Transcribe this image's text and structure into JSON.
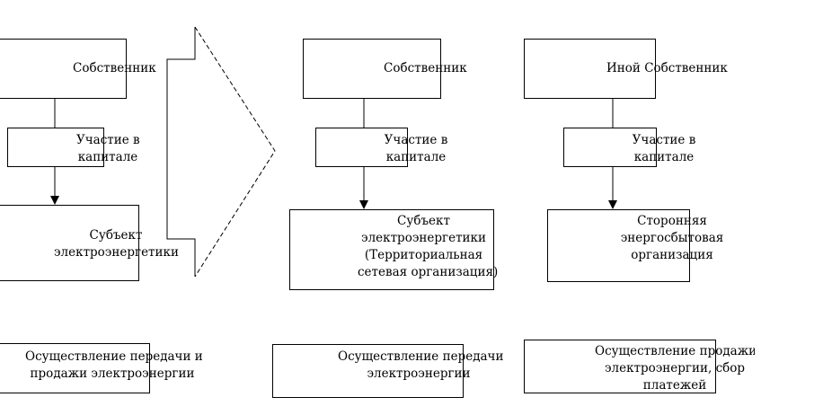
{
  "left": {
    "owner": "Собственник",
    "participation": [
      "Участие в",
      "капитале"
    ],
    "subject": [
      "Субъект",
      "электроэнергетики"
    ],
    "activity": [
      "Осуществление передачи и",
      "продажи электроэнергии"
    ]
  },
  "middle": {
    "owner": "Собственник",
    "participation": [
      "Участие в",
      "капитале"
    ],
    "subject": [
      "Субъект",
      "электроэнергетики",
      "(Территориальная",
      "сетевая организация)"
    ],
    "activity": [
      "Осуществление передачи",
      "электроэнергии"
    ]
  },
  "right": {
    "owner": "Иной Собственник",
    "participation": [
      "Участие в",
      "капитале"
    ],
    "subject": [
      "Сторонняя",
      "энергосбытовая",
      "организация"
    ],
    "activity": [
      "Осуществление продажи",
      "электроэнергии, сбор",
      "платежей"
    ]
  }
}
